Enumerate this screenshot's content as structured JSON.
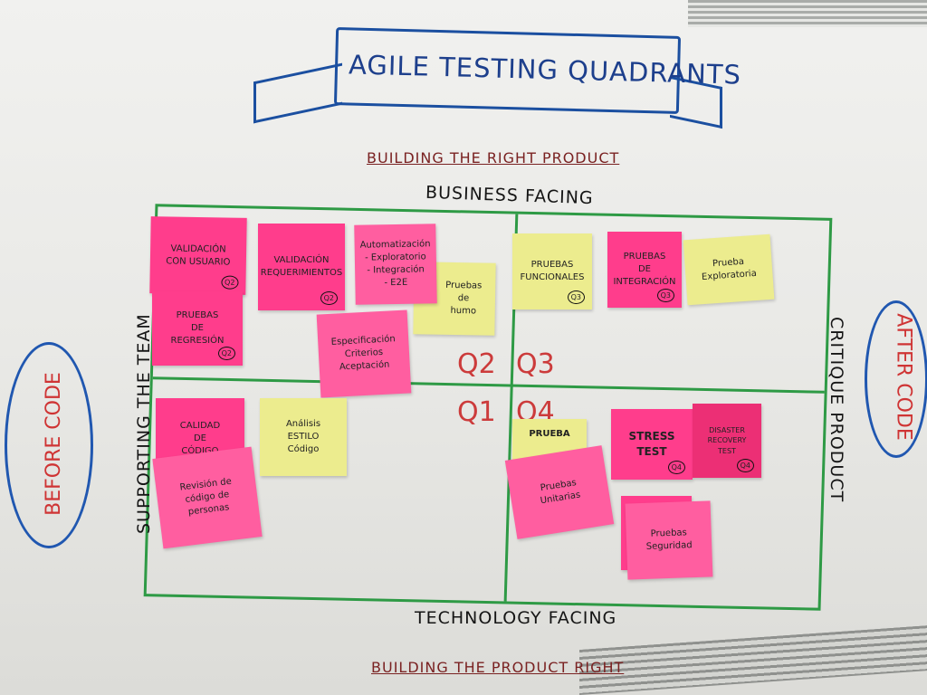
{
  "title": "AGILE TESTING QUADRANTS",
  "top_label": "BUILDING THE RIGHT PRODUCT",
  "bottom_label": "BUILDING THE PRODUCT RIGHT",
  "axis": {
    "top": "BUSINESS FACING",
    "bottom": "TECHNOLOGY FACING",
    "left": "SUPPORTING THE TEAM",
    "right": "CRITIQUE PRODUCT"
  },
  "side": {
    "left": "BEFORE CODE",
    "right": "AFTER CODE"
  },
  "quadrants": {
    "q1": "Q1",
    "q2": "Q2",
    "q3": "Q3",
    "q4": "Q4"
  },
  "notes": {
    "validacion_usuario": {
      "text": "VALIDACIÓN\nCON USUARIO",
      "badge": "Q2"
    },
    "validacion_requerimientos": {
      "text": "VALIDACIÓN\nREQUERIMIENTOS",
      "badge": "Q2"
    },
    "automatizacion": {
      "text": "Automatización\n- Exploratorio\n- Integración\n- E2E"
    },
    "pruebas_humo": {
      "text": "Pruebas\nde\nhumo"
    },
    "pruebas_regresion": {
      "text": "PRUEBAS\nDE\nREGRESIÓN",
      "badge": "Q2"
    },
    "especificacion": {
      "text": "Especificación\nCriterios\nAceptación"
    },
    "pruebas_funcionales": {
      "text": "PRUEBAS\nFUNCIONALES",
      "badge": "Q3"
    },
    "pruebas_integracion": {
      "text": "PRUEBAS\nDE\nINTEGRACIÓN",
      "badge": "Q3"
    },
    "prueba_exploratoria": {
      "text": "Prueba\nExploratoria"
    },
    "calidad_codigo": {
      "text": "CALIDAD\nDE\nCÓDIGO"
    },
    "revision_codigo": {
      "text": "Revisión de\ncódigo de\npersonas"
    },
    "analisis_estilo": {
      "text": "Análisis\nESTILO\nCódigo"
    },
    "prueba": {
      "text": "PRUEBA"
    },
    "pruebas_unitarias": {
      "text": "Pruebas\nUnitarias"
    },
    "stress_test": {
      "text": "STRESS\nTEST",
      "badge": "Q4"
    },
    "disaster_recovery": {
      "text": "DISASTER\nRECOVERY\nTEST",
      "badge": "Q4"
    },
    "pruebas_seguridad": {
      "text": "Pruebas\nSeguridad"
    }
  },
  "colors": {
    "banner": "#1b4fa0",
    "grid": "#2e9a45",
    "quadrant_labels": "#cc3b3b",
    "note_pink": "#ff3d8c",
    "note_yellow": "#ecec8e"
  }
}
